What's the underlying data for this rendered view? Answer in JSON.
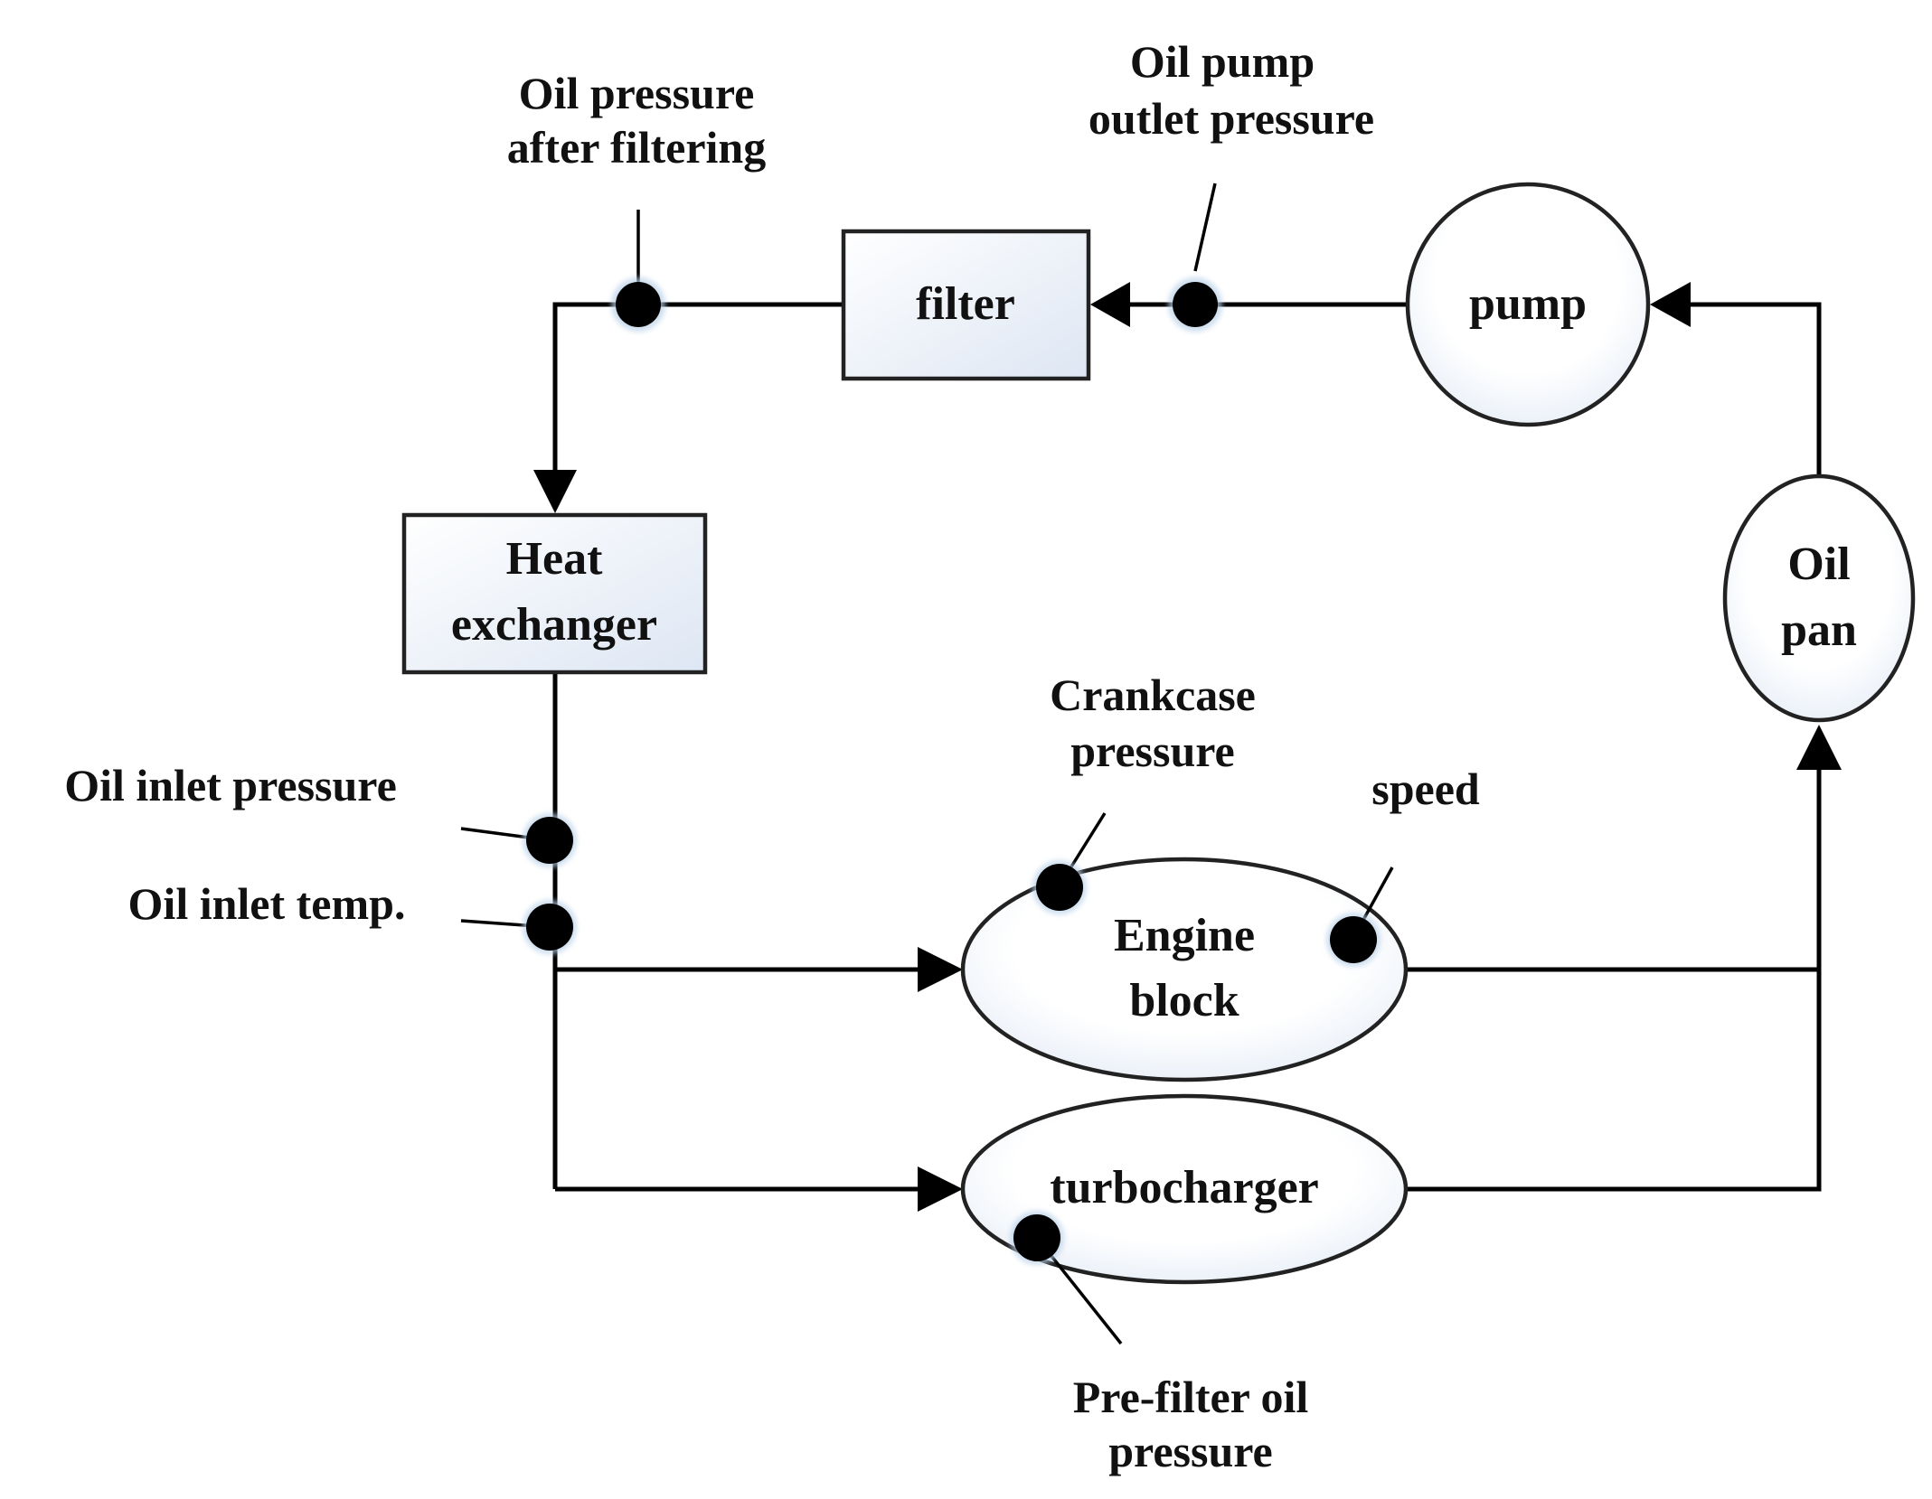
{
  "nodes": {
    "filter": "filter",
    "pump": "pump",
    "heat_exchanger": [
      "Heat",
      "exchanger"
    ],
    "oil_pan": [
      "Oil",
      "pan"
    ],
    "engine_block": [
      "Engine",
      "block"
    ],
    "turbocharger": "turbocharger"
  },
  "sensors": {
    "oil_pressure_after_filtering": [
      "Oil pressure",
      "after filtering"
    ],
    "oil_pump_outlet_pressure": [
      "Oil pump",
      "outlet pressure"
    ],
    "oil_inlet_pressure": "Oil inlet pressure",
    "oil_inlet_temp": "Oil inlet temp.",
    "crankcase_pressure": [
      "Crankcase",
      "pressure"
    ],
    "speed": "speed",
    "pre_filter_oil_pressure": [
      "Pre-filter oil",
      "pressure"
    ]
  },
  "colors": {
    "line": "#000000",
    "node_fill_light": "#ffffff",
    "node_fill_tint": "#dde6f3",
    "text": "#111111"
  }
}
